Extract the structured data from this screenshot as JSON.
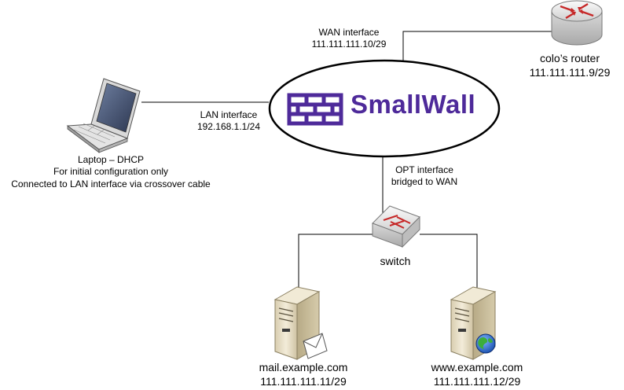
{
  "firewall": {
    "brand": "SmallWall",
    "brand_color": "#4e2a9a",
    "icon": "brick-wall-icon"
  },
  "wan_label": {
    "line1": "WAN interface",
    "line2": "111.111.111.10/29"
  },
  "lan_label": {
    "line1": "LAN interface",
    "line2": "192.168.1.1/24"
  },
  "opt_label": {
    "line1": "OPT interface",
    "line2": "bridged to WAN"
  },
  "router": {
    "icon": "router-icon",
    "line1": "colo’s router",
    "line2": "111.111.111.9/29"
  },
  "laptop": {
    "icon": "laptop-icon",
    "line1": "Laptop – DHCP",
    "line2": "For initial configuration only",
    "line3": "Connected to LAN interface via crossover cable"
  },
  "switch": {
    "icon": "switch-icon",
    "label": "switch"
  },
  "mail_server": {
    "icon": "mail-server-icon",
    "line1": "mail.example.com",
    "line2": "111.111.111.11/29"
  },
  "web_server": {
    "icon": "web-server-icon",
    "line1": "www.example.com",
    "line2": "111.111.111.12/29"
  }
}
